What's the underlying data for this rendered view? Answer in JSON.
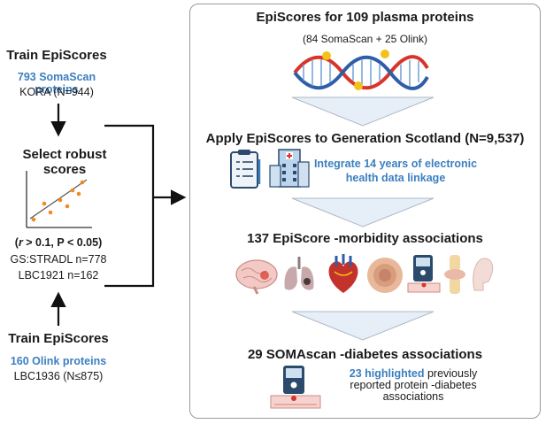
{
  "left": {
    "train_top": {
      "title": "Train EpiScores",
      "proteins": "793 SomaScan proteins",
      "cohort": "KORA (N=944)"
    },
    "select": {
      "title": "Select robust scores",
      "threshold_r": "r",
      "threshold_rest": " > 0.1, P < 0.05)",
      "threshold_open": "(",
      "cohort_a": "GS:STRADL n=778",
      "cohort_b": "LBC1921 n=162"
    },
    "train_bottom": {
      "title": "Train EpiScores",
      "proteins": "160 Olink proteins",
      "cohort": "LBC1936 (N≤875)"
    }
  },
  "right": {
    "step1": {
      "title": "EpiScores for 109 plasma proteins",
      "subtitle": "(84 SomaScan + 25 Olink)"
    },
    "step2": {
      "title": "Apply EpiScores to Generation Scotland (N=9,537)",
      "note_line1": "Integrate 14 years of electronic",
      "note_line2": "health data linkage"
    },
    "step3": {
      "title": "137 EpiScore -morbidity associations"
    },
    "step4": {
      "title": "29 SOMAscan -diabetes associations",
      "highlight": "23 highlighted",
      "rest_line1": " previously",
      "rest_line2": "reported protein -diabetes",
      "rest_line3": "associations"
    }
  },
  "colors": {
    "accent_blue": "#3b7fc0",
    "arrow_fill": "#e6eef8",
    "arrow_stroke": "#aeb9c6",
    "scatter_orange": "#f08a24",
    "panel_border": "#9a9a9a"
  },
  "icons": [
    "dna-icon",
    "clipboard-icon",
    "hospital-icon",
    "brain-icon",
    "lungs-icon",
    "heart-icon",
    "skin-icon",
    "glucose-meter-icon",
    "joint-icon",
    "head-icon",
    "scatter-plot-icon"
  ]
}
